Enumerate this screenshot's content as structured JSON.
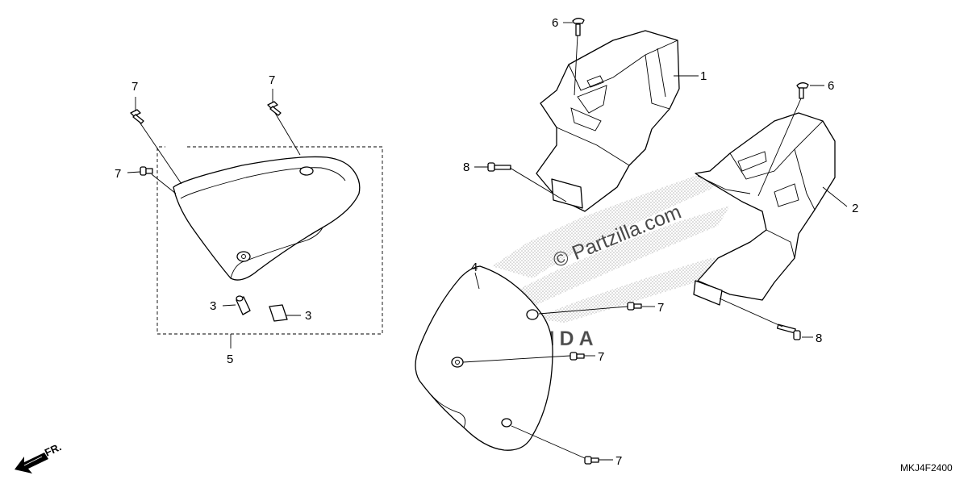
{
  "watermark": {
    "text": "© Partzilla.com",
    "brand": "HONDA"
  },
  "diagram_code": "MKJ4F2400",
  "direction_label": "FR.",
  "callouts": {
    "c1": "1",
    "c2": "2",
    "c3a": "3",
    "c3b": "3",
    "c4": "4",
    "c5": "5",
    "c6a": "6",
    "c6b": "6",
    "c7a": "7",
    "c7b": "7",
    "c7c": "7",
    "c7d": "7",
    "c7e": "7",
    "c7f": "7",
    "c8a": "8",
    "c8b": "8"
  },
  "colors": {
    "line": "#000000",
    "watermark": "#9a9a9a",
    "background": "#ffffff"
  }
}
